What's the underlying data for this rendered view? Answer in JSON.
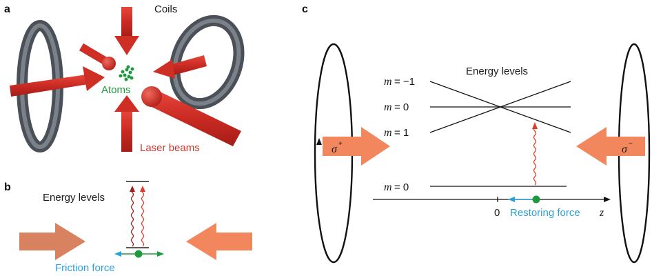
{
  "panels": {
    "a": {
      "letter": "a",
      "coils_label": "Coils",
      "atoms_label": "Atoms",
      "laser_label": "Laser beams"
    },
    "b": {
      "letter": "b",
      "energy_label": "Energy levels",
      "friction_label": "Friction force"
    },
    "c": {
      "letter": "c",
      "energy_label": "Energy levels",
      "levels": [
        {
          "symbol": "m",
          "value": "= −1"
        },
        {
          "symbol": "m",
          "value": "= 0"
        },
        {
          "symbol": "m",
          "value": "= 1"
        },
        {
          "symbol": "m",
          "value": "= 0"
        }
      ],
      "sigma_plus": "σ",
      "sigma_plus_sup": "+",
      "sigma_minus": "σ",
      "sigma_minus_sup": "−",
      "origin_label": "0",
      "restoring_label": "Restoring force",
      "axis_label": "z"
    }
  },
  "colors": {
    "laser_red": "#d8342a",
    "atom_green": "#1e9a3e",
    "coil_gray": "#5a5f66",
    "beam_orange": "#f2875e",
    "beam_orange_dark": "#d9825f",
    "force_blue": "#2a9fd8",
    "wave_dark_red": "#a21d1d",
    "wave_red": "#e23b2c"
  }
}
